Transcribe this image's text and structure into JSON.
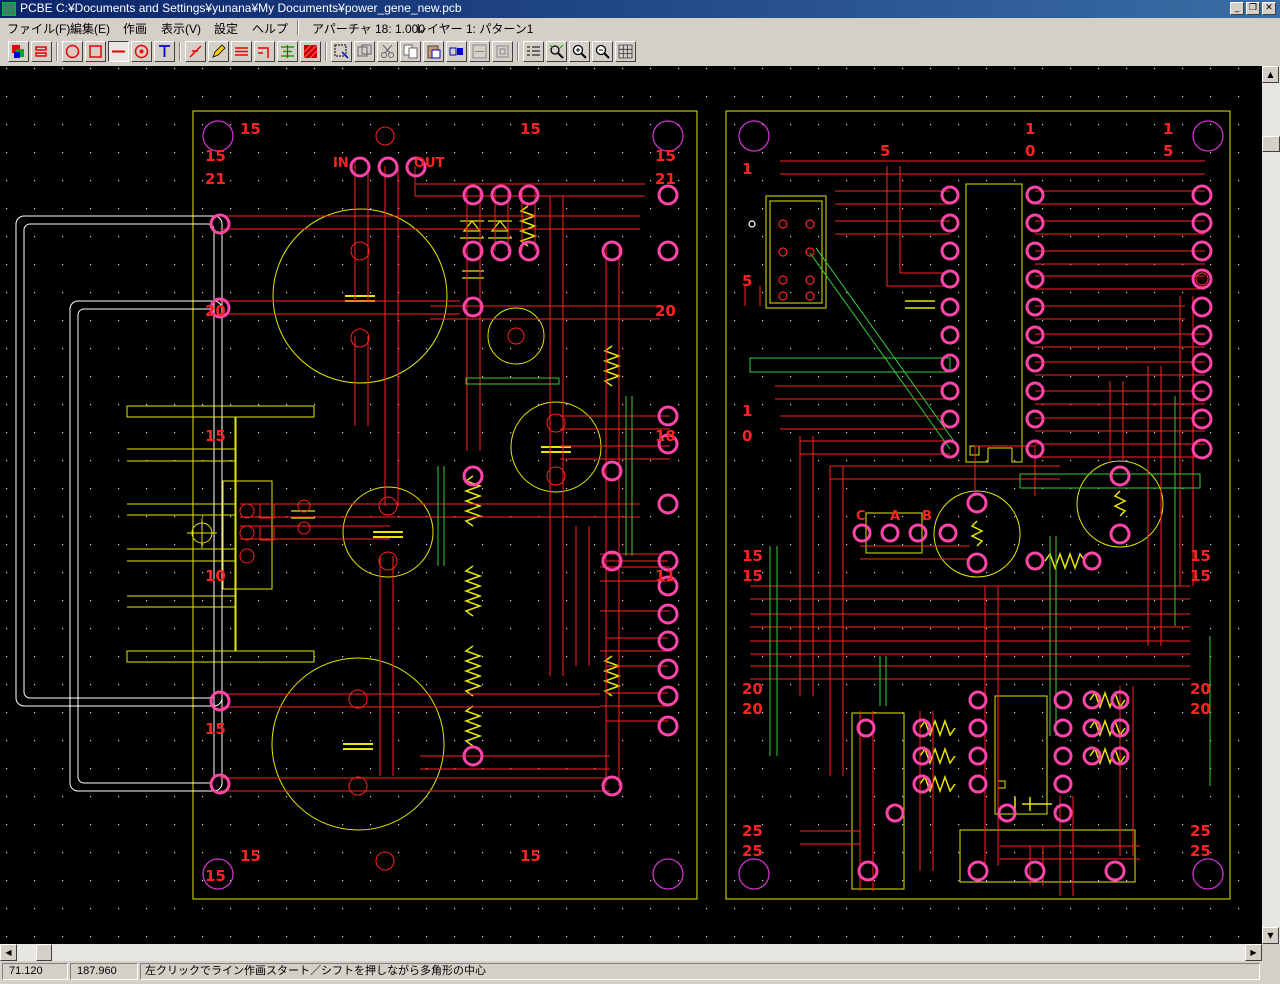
{
  "window": {
    "app_name": "PCBE",
    "title": "PCBE  C:¥Documents and Settings¥yunana¥My Documents¥power_gene_new.pcb"
  },
  "menu": {
    "items": [
      "ファイル(F)",
      "編集(E)",
      "作画",
      "表示(V)",
      "設定",
      "ヘルプ"
    ],
    "aperture": "アパーチャ 18: 1.000",
    "layer": "レイヤー 1: パターン1"
  },
  "board": {
    "labels_left": {
      "in": "IN",
      "out": "OUT"
    },
    "labels_right": {
      "c": "C",
      "a": "A",
      "b": "B"
    }
  },
  "status": {
    "x": "71.120",
    "y": "187.960",
    "message": "左クリックでライン作画スタート／シフトを押しながら多角形の中心"
  },
  "colors": {
    "pattern": "#ff2222",
    "pad_ring": "#ff44aa",
    "silk": "#e6e600",
    "jumper": "#33cc33",
    "board_bg": "#000000"
  }
}
